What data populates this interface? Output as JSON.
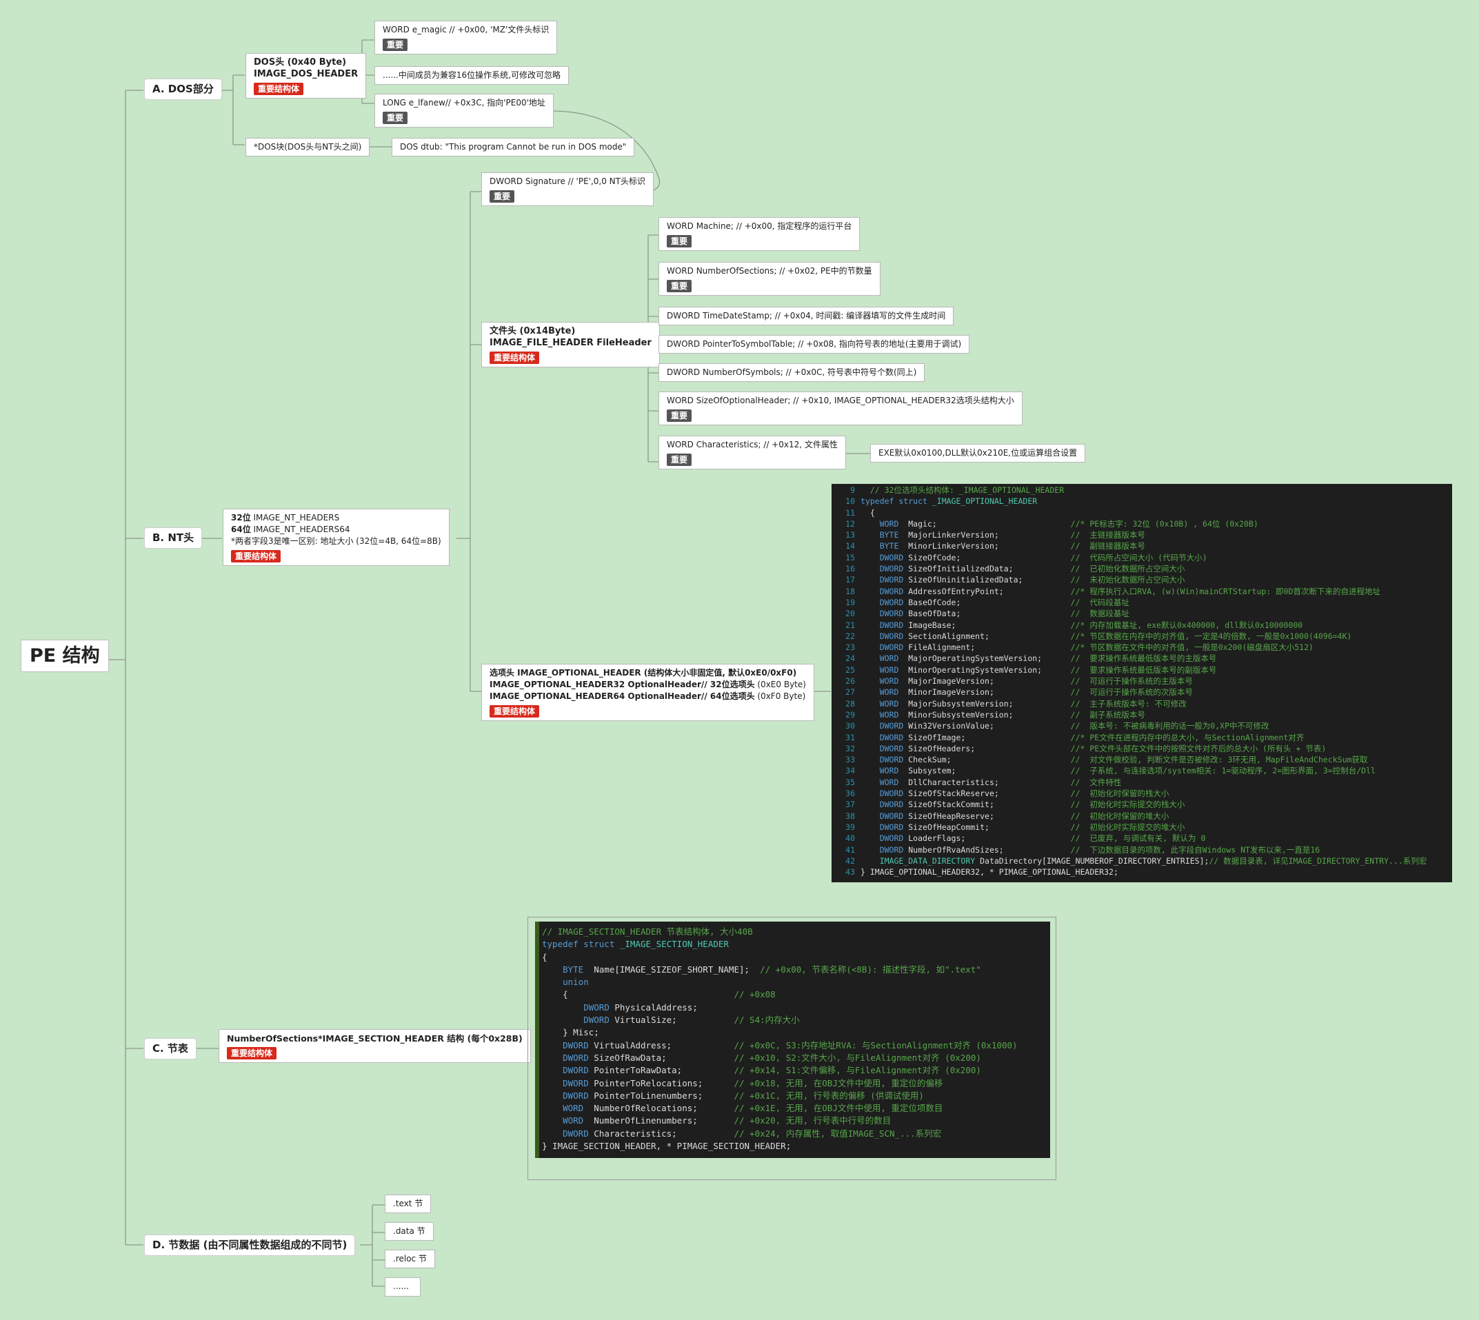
{
  "root": {
    "title": "PE 结构"
  },
  "tags": {
    "important": "重要",
    "important_struct": "重要结构体"
  },
  "dos": {
    "label": "A. DOS部分",
    "header_line1": "DOS头 (0x40 Byte)",
    "header_line2": "IMAGE_DOS_HEADER",
    "e_magic": "WORD e_magic   // +0x00, 'MZ'文件头标识",
    "middle": "......中间成员为兼容16位操作系统,可修改可忽略",
    "e_lfanew": "LONG e_lfanew// +0x3C, 指向'PE00'地址",
    "stub_block": "*DOS块(DOS头与NT头之间)",
    "stub": "DOS dtub: \"This program Cannot be run in DOS mode\""
  },
  "nt": {
    "label": "B. NT头",
    "h1_bold": "32位",
    "h1": " IMAGE_NT_HEADERS",
    "h2_bold": "64位",
    "h2": " IMAGE_NT_HEADERS64",
    "h3": "*两者字段3是唯一区别: 地址大小 (32位=4B, 64位=8B)",
    "signature": "DWORD Signature   // 'PE',0,0 NT头标识",
    "file_header_line1": "文件头 (0x14Byte)",
    "file_header_line2": "IMAGE_FILE_HEADER  FileHeader",
    "machine": "WORD Machine;       // +0x00, 指定程序的运行平台",
    "num_sections": "WORD NumberOfSections;    // +0x02, PE中的节数量",
    "timestamp": "DWORD TimeDateStamp;    // +0x04, 时间戳: 编译器填写的文件生成时间",
    "symbol_table": "DWORD PointerToSymbolTable;  // +0x08, 指向符号表的地址(主要用于调试)",
    "num_symbols": "DWORD NumberOfSymbols;    // +0x0C, 符号表中符号个数(同上)",
    "size_opt": "WORD SizeOfOptionalHeader;  // +0x10, IMAGE_OPTIONAL_HEADER32选项头结构大小",
    "characteristics": "WORD Characteristics;    // +0x12, 文件属性",
    "char_note": "EXE默认0x0100,DLL默认0x210E,位或运算组合设置",
    "opt_line1": "选项头 IMAGE_OPTIONAL_HEADER (结构体大小非固定值, 默认0xE0/0xF0)",
    "opt_line2_bold": "IMAGE_OPTIONAL_HEADER32 OptionalHeader// 32位选项头",
    "opt_line2_rest": " (0xE0 Byte)",
    "opt_line3_bold": "IMAGE_OPTIONAL_HEADER64 OptionalHeader// 64位选项头",
    "opt_line3_rest": " (0xF0 Byte)"
  },
  "sections": {
    "label": "C. 节表",
    "node": "NumberOfSections*IMAGE_SECTION_HEADER 结构 (每个0x28B)"
  },
  "section_data": {
    "label": "D. 节数据 (由不同属性数据组成的不同节)",
    "items": [
      ".text 节",
      ".data 节",
      ".reloc 节",
      "......"
    ]
  },
  "optional_code": [
    {
      "n": "9",
      "code": "  // 32位选项头结构体: _IMAGE_OPTIONAL_HEADER",
      "kind": "comment"
    },
    {
      "n": "10",
      "code": "typedef struct _IMAGE_OPTIONAL_HEADER",
      "kind": "typedef"
    },
    {
      "n": "11",
      "code": "  {",
      "kind": "plain"
    },
    {
      "n": "12",
      "type": "WORD",
      "field": "Magic;",
      "comment": "//* PE标志字: 32位 (0x10B) , 64位 (0x20B)"
    },
    {
      "n": "13",
      "type": "BYTE",
      "field": "MajorLinkerVersion;",
      "comment": "//  主链接器版本号"
    },
    {
      "n": "14",
      "type": "BYTE",
      "field": "MinorLinkerVersion;",
      "comment": "//  副链接器版本号"
    },
    {
      "n": "15",
      "type": "DWORD",
      "field": "SizeOfCode;",
      "comment": "//  代码所占空间大小 (代码节大小)"
    },
    {
      "n": "16",
      "type": "DWORD",
      "field": "SizeOfInitializedData;",
      "comment": "//  已初始化数据所占空间大小"
    },
    {
      "n": "17",
      "type": "DWORD",
      "field": "SizeOfUninitializedData;",
      "comment": "//  未初始化数据所占空间大小"
    },
    {
      "n": "18",
      "type": "DWORD",
      "field": "AddressOfEntryPoint;",
      "comment": "//* 程序执行入口RVA, (w)(Win)mainCRTStartup: 即0D首次断下来的自进程地址"
    },
    {
      "n": "19",
      "type": "DWORD",
      "field": "BaseOfCode;",
      "comment": "//  代码段基址"
    },
    {
      "n": "20",
      "type": "DWORD",
      "field": "BaseOfData;",
      "comment": "//  数据段基址"
    },
    {
      "n": "21",
      "type": "DWORD",
      "field": "ImageBase;",
      "comment": "//* 内存加载基址, exe默认0x400000, dll默认0x10000000"
    },
    {
      "n": "22",
      "type": "DWORD",
      "field": "SectionAlignment;",
      "comment": "//* 节区数据在内存中的对齐值, 一定是4的倍数, 一般是0x1000(4096=4K)"
    },
    {
      "n": "23",
      "type": "DWORD",
      "field": "FileAlignment;",
      "comment": "//* 节区数据在文件中的对齐值, 一般是0x200(磁盘扇区大小512)"
    },
    {
      "n": "24",
      "type": "WORD",
      "field": "MajorOperatingSystemVersion;",
      "comment": "//  要求操作系统最低版本号的主版本号"
    },
    {
      "n": "25",
      "type": "WORD",
      "field": "MinorOperatingSystemVersion;",
      "comment": "//  要求操作系统最低版本号的副版本号"
    },
    {
      "n": "26",
      "type": "WORD",
      "field": "MajorImageVersion;",
      "comment": "//  可运行于操作系统的主版本号"
    },
    {
      "n": "27",
      "type": "WORD",
      "field": "MinorImageVersion;",
      "comment": "//  可运行于操作系统的次版本号"
    },
    {
      "n": "28",
      "type": "WORD",
      "field": "MajorSubsystemVersion;",
      "comment": "//  主子系统版本号: 不可修改"
    },
    {
      "n": "29",
      "type": "WORD",
      "field": "MinorSubsystemVersion;",
      "comment": "//  副子系统版本号"
    },
    {
      "n": "30",
      "type": "DWORD",
      "field": "Win32VersionValue;",
      "comment": "//  版本号: 不被病毒利用的话一般为0,XP中不可修改"
    },
    {
      "n": "31",
      "type": "DWORD",
      "field": "SizeOfImage;",
      "comment": "//* PE文件在进程内存中的总大小, 与SectionAlignment对齐"
    },
    {
      "n": "32",
      "type": "DWORD",
      "field": "SizeOfHeaders;",
      "comment": "//* PE文件头部在文件中的按照文件对齐后的总大小 (所有头 + 节表)"
    },
    {
      "n": "33",
      "type": "DWORD",
      "field": "CheckSum;",
      "comment": "//  对文件做校验, 判断文件是否被修改: 3环无用, MapFileAndCheckSum获取"
    },
    {
      "n": "34",
      "type": "WORD",
      "field": "Subsystem;",
      "comment": "//  子系统, 与连接选项/system相关: 1=驱动程序, 2=图形界面, 3=控制台/Dll"
    },
    {
      "n": "35",
      "type": "WORD",
      "field": "DllCharacteristics;",
      "comment": "//  文件特性"
    },
    {
      "n": "36",
      "type": "DWORD",
      "field": "SizeOfStackReserve;",
      "comment": "//  初始化时保留的栈大小"
    },
    {
      "n": "37",
      "type": "DWORD",
      "field": "SizeOfStackCommit;",
      "comment": "//  初始化时实际提交的栈大小"
    },
    {
      "n": "38",
      "type": "DWORD",
      "field": "SizeOfHeapReserve;",
      "comment": "//  初始化时保留的堆大小"
    },
    {
      "n": "39",
      "type": "DWORD",
      "field": "SizeOfHeapCommit;",
      "comment": "//  初始化时实际提交的堆大小"
    },
    {
      "n": "40",
      "type": "DWORD",
      "field": "LoaderFlags;",
      "comment": "//  已废弃, 与调试有关, 默认为 0"
    },
    {
      "n": "41",
      "type": "DWORD",
      "field": "NumberOfRvaAndSizes;",
      "comment": "//  下边数据目录的项数, 此字段自Windows NT发布以来,一直是16"
    },
    {
      "n": "42",
      "type": "IMAGE_DATA_DIRECTORY",
      "field": "DataDirectory[IMAGE_NUMBEROF_DIRECTORY_ENTRIES];",
      "comment": "// 数据目录表, 详见IMAGE_DIRECTORY_ENTRY...系列宏"
    },
    {
      "n": "43",
      "code": "} IMAGE_OPTIONAL_HEADER32, * PIMAGE_OPTIONAL_HEADER32;",
      "kind": "closing"
    }
  ],
  "section_code": [
    {
      "code": "// IMAGE_SECTION_HEADER 节表结构体, 大小40B",
      "kind": "comment"
    },
    {
      "code": "typedef struct _IMAGE_SECTION_HEADER",
      "kind": "typedef"
    },
    {
      "code": "{",
      "kind": "plain"
    },
    {
      "code": "    BYTE  Name[IMAGE_SIZEOF_SHORT_NAME];  // +0x00, 节表名称(<8B): 描述性字段, 如\".text\"",
      "kind": "mixed"
    },
    {
      "code": "    union",
      "kind": "keyword"
    },
    {
      "code": "    {                                // +0x08",
      "kind": "mixed"
    },
    {
      "code": "        DWORD PhysicalAddress;",
      "kind": "mixed"
    },
    {
      "code": "        DWORD VirtualSize;           // S4:内存大小",
      "kind": "mixed"
    },
    {
      "code": "    } Misc;",
      "kind": "plain"
    },
    {
      "code": "    DWORD VirtualAddress;            // +0x0C, S3:内存地址RVA: 与SectionAlignment对齐 (0x1000)",
      "kind": "mixed"
    },
    {
      "code": "    DWORD SizeOfRawData;             // +0x10, S2:文件大小, 与FileAlignment对齐 (0x200)",
      "kind": "mixed"
    },
    {
      "code": "    DWORD PointerToRawData;          // +0x14, S1:文件偏移, 与FileAlignment对齐 (0x200)",
      "kind": "mixed"
    },
    {
      "code": "    DWORD PointerToRelocations;      // +0x18, 无用, 在OBJ文件中使用, 重定位的偏移",
      "kind": "mixed"
    },
    {
      "code": "    DWORD PointerToLinenumbers;      // +0x1C, 无用, 行号表的偏移 (供调试使用)",
      "kind": "mixed"
    },
    {
      "code": "    WORD  NumberOfRelocations;       // +0x1E, 无用, 在OBJ文件中使用, 重定位项数目",
      "kind": "mixed"
    },
    {
      "code": "    WORD  NumberOfLinenumbers;       // +0x20, 无用, 行号表中行号的数目",
      "kind": "mixed"
    },
    {
      "code": "    DWORD Characteristics;           // +0x24, 内存属性, 取值IMAGE_SCN_...系列宏",
      "kind": "mixed"
    },
    {
      "code": "} IMAGE_SECTION_HEADER, * PIMAGE_SECTION_HEADER;",
      "kind": "closing"
    }
  ]
}
